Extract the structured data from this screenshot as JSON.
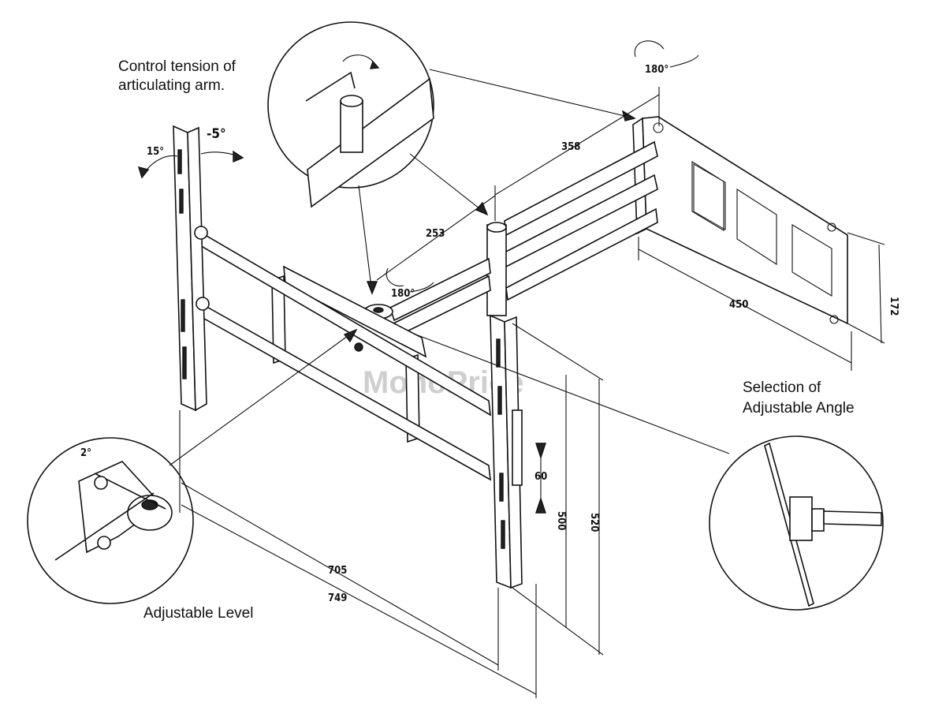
{
  "callouts": {
    "tension": [
      "Control tension of",
      "articulating arm."
    ],
    "angle": [
      "Selection of",
      "Adjustable Angle"
    ],
    "level": "Adjustable Level"
  },
  "watermark": "MonoPrice",
  "angles": {
    "wall_tilt_up": "15°",
    "wall_tilt_down": "-5°",
    "top_swivel": "180°",
    "mid_swivel": "180°"
  },
  "dimensions": {
    "arm_outer": "358",
    "arm_inner": "253",
    "wall_plate_width": "450",
    "wall_plate_height": "172",
    "bracket_offset": "60",
    "rail_length": "500",
    "rail_total": "520",
    "span_inner": "705",
    "span_outer": "749"
  }
}
